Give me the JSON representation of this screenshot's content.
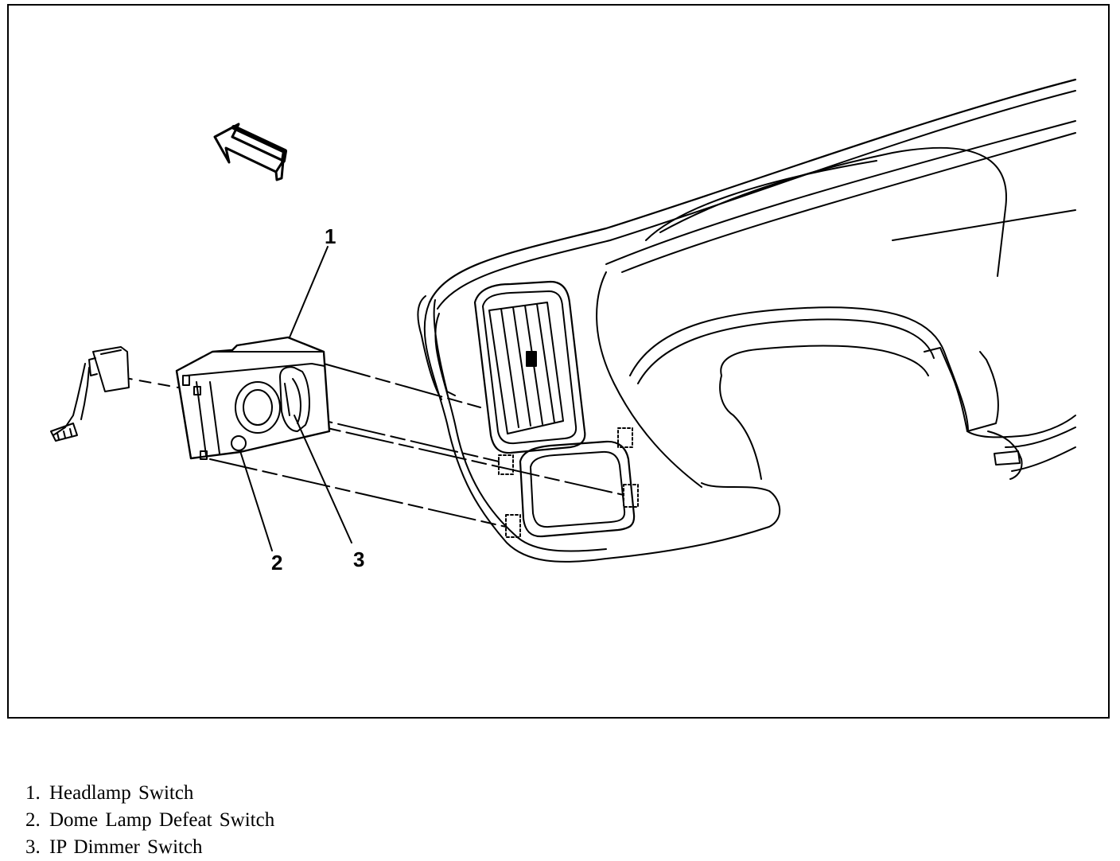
{
  "callouts": [
    {
      "id": "1",
      "text": "1"
    },
    {
      "id": "2",
      "text": "2"
    },
    {
      "id": "3",
      "text": "3"
    }
  ],
  "legend": [
    {
      "number": "1.",
      "label": "Headlamp Switch"
    },
    {
      "number": "2.",
      "label": "Dome Lamp Defeat Switch"
    },
    {
      "number": "3.",
      "label": "IP Dimmer Switch"
    }
  ]
}
